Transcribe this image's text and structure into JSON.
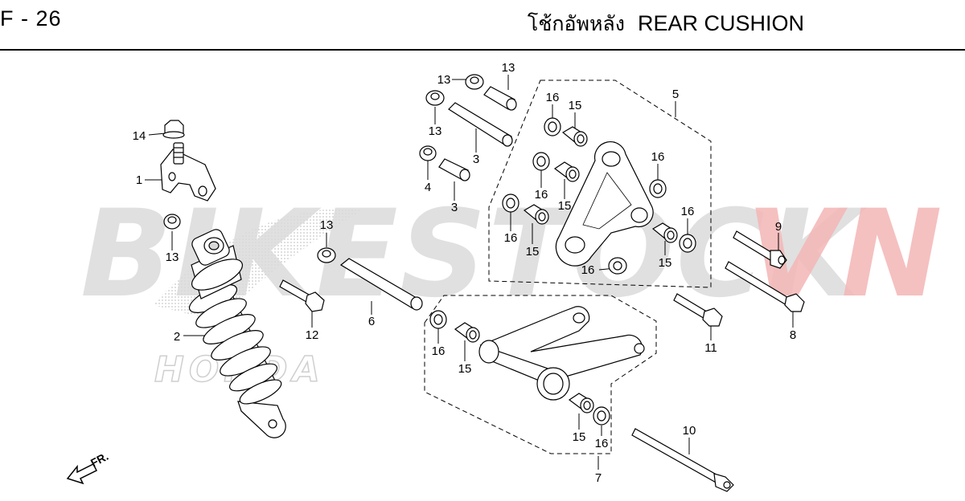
{
  "header": {
    "page_id": "F - 26",
    "title_thai": "โช้กอัพหลัง",
    "title_en": "REAR CUSHION"
  },
  "watermark": {
    "brand_left": "BIKESTOCK",
    "brand_right": "VN",
    "logo_text": "HONDA",
    "color_left": "#d9d9d9",
    "color_right": "#f4b8b8"
  },
  "direction_label": "FR.",
  "callouts": [
    {
      "id": "c14",
      "label": "14"
    },
    {
      "id": "c1",
      "label": "1"
    },
    {
      "id": "c13a",
      "label": "13"
    },
    {
      "id": "c2",
      "label": "2"
    },
    {
      "id": "c13b",
      "label": "13"
    },
    {
      "id": "c12",
      "label": "12"
    },
    {
      "id": "c6",
      "label": "6"
    },
    {
      "id": "c13c",
      "label": "13"
    },
    {
      "id": "c13d",
      "label": "13"
    },
    {
      "id": "c13e",
      "label": "13"
    },
    {
      "id": "c3a",
      "label": "3"
    },
    {
      "id": "c4",
      "label": "4"
    },
    {
      "id": "c3b",
      "label": "3"
    },
    {
      "id": "c16a",
      "label": "16"
    },
    {
      "id": "c15a",
      "label": "15"
    },
    {
      "id": "c16b",
      "label": "16"
    },
    {
      "id": "c15b",
      "label": "15"
    },
    {
      "id": "c16c",
      "label": "16"
    },
    {
      "id": "c15c",
      "label": "15"
    },
    {
      "id": "c16d",
      "label": "16"
    },
    {
      "id": "c16e",
      "label": "16"
    },
    {
      "id": "c15d",
      "label": "15"
    },
    {
      "id": "c16f",
      "label": "16"
    },
    {
      "id": "c5",
      "label": "5"
    },
    {
      "id": "c9",
      "label": "9"
    },
    {
      "id": "c8",
      "label": "8"
    },
    {
      "id": "c11",
      "label": "11"
    },
    {
      "id": "c16g",
      "label": "16"
    },
    {
      "id": "c15e",
      "label": "15"
    },
    {
      "id": "c15f",
      "label": "15"
    },
    {
      "id": "c16h",
      "label": "16"
    },
    {
      "id": "c7",
      "label": "7"
    },
    {
      "id": "c10",
      "label": "10"
    }
  ]
}
